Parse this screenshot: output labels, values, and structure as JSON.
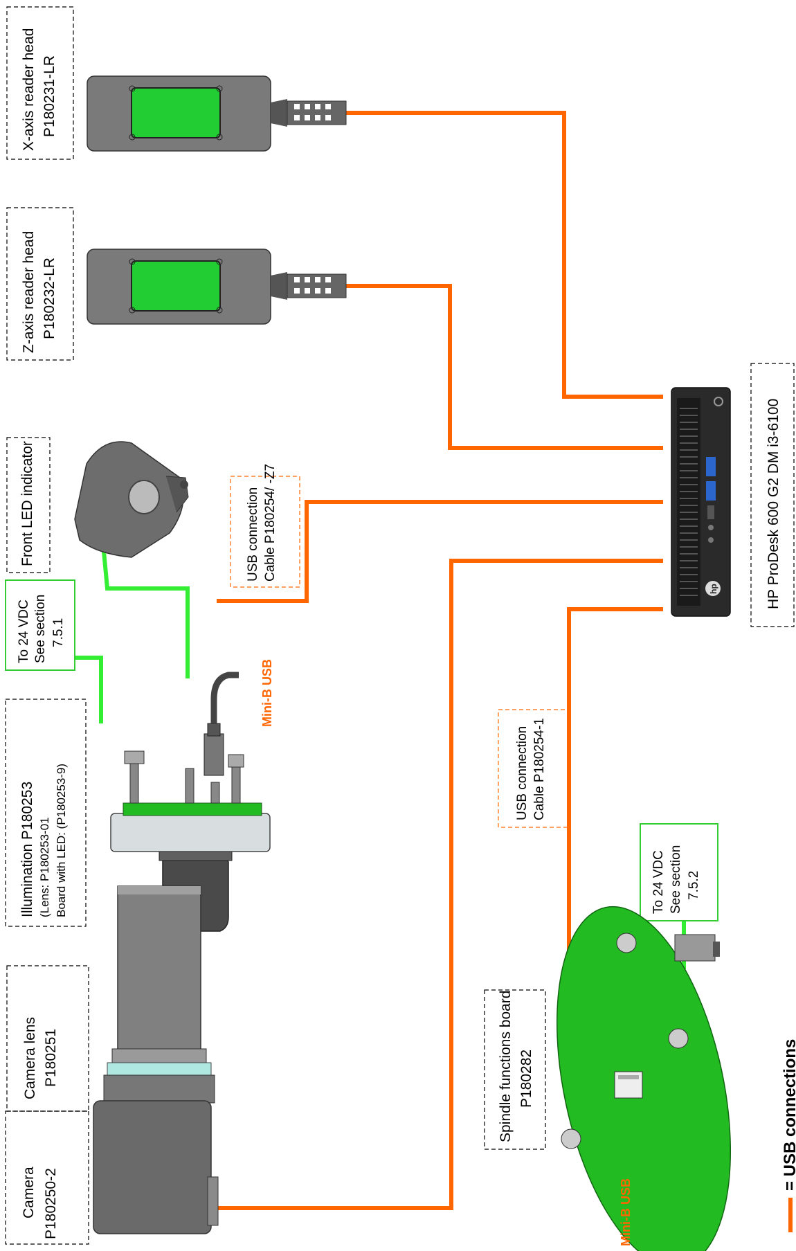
{
  "labels": {
    "x_reader_title": "X-axis reader head",
    "x_reader_code": "P180231-LR",
    "z_reader_title": "Z-axis reader head",
    "z_reader_code": "P180232-LR",
    "front_led": "Front LED indicator",
    "usb_cable1_l1": "USB connection",
    "usb_cable1_l2": "Cable P180254/ -Z7",
    "vdc1_l1": "To 24 VDC",
    "vdc1_l2": "See section",
    "vdc1_l3": "7.5.1",
    "illum_l1": "Illumination P180253",
    "illum_l2": "(Lens: P180253-01",
    "illum_l3": "Board with LED: (P180253-9)",
    "lens_l1": "Camera lens",
    "lens_l2": "P180251",
    "camera_l1": "Camera",
    "camera_l2": "P180250-2",
    "minib_top": "Mini-B USB",
    "usb_cable2_l1": "USB connection",
    "usb_cable2_l2": "Cable P180254-1",
    "vdc2_l1": "To 24 VDC",
    "vdc2_l2": "See section",
    "vdc2_l3": "7.5.2",
    "spindle_l1": "Spindle functions board",
    "spindle_l2": "P180282",
    "minib_bottom": "Mini-B USB",
    "pc": "HP ProDesk 600 G2 DM i3-6100",
    "legend": "= USB connections",
    "hp_logo": "hp"
  },
  "colors": {
    "usb_line": "#ff6600",
    "power_line": "#33ee33",
    "box_border": "#000000",
    "dashed_orange": "#ff6600",
    "green_box": "#33cc33",
    "reader_body": "#7a7a7a",
    "reader_window": "#22cc33",
    "pcb_green": "#22bb22"
  }
}
